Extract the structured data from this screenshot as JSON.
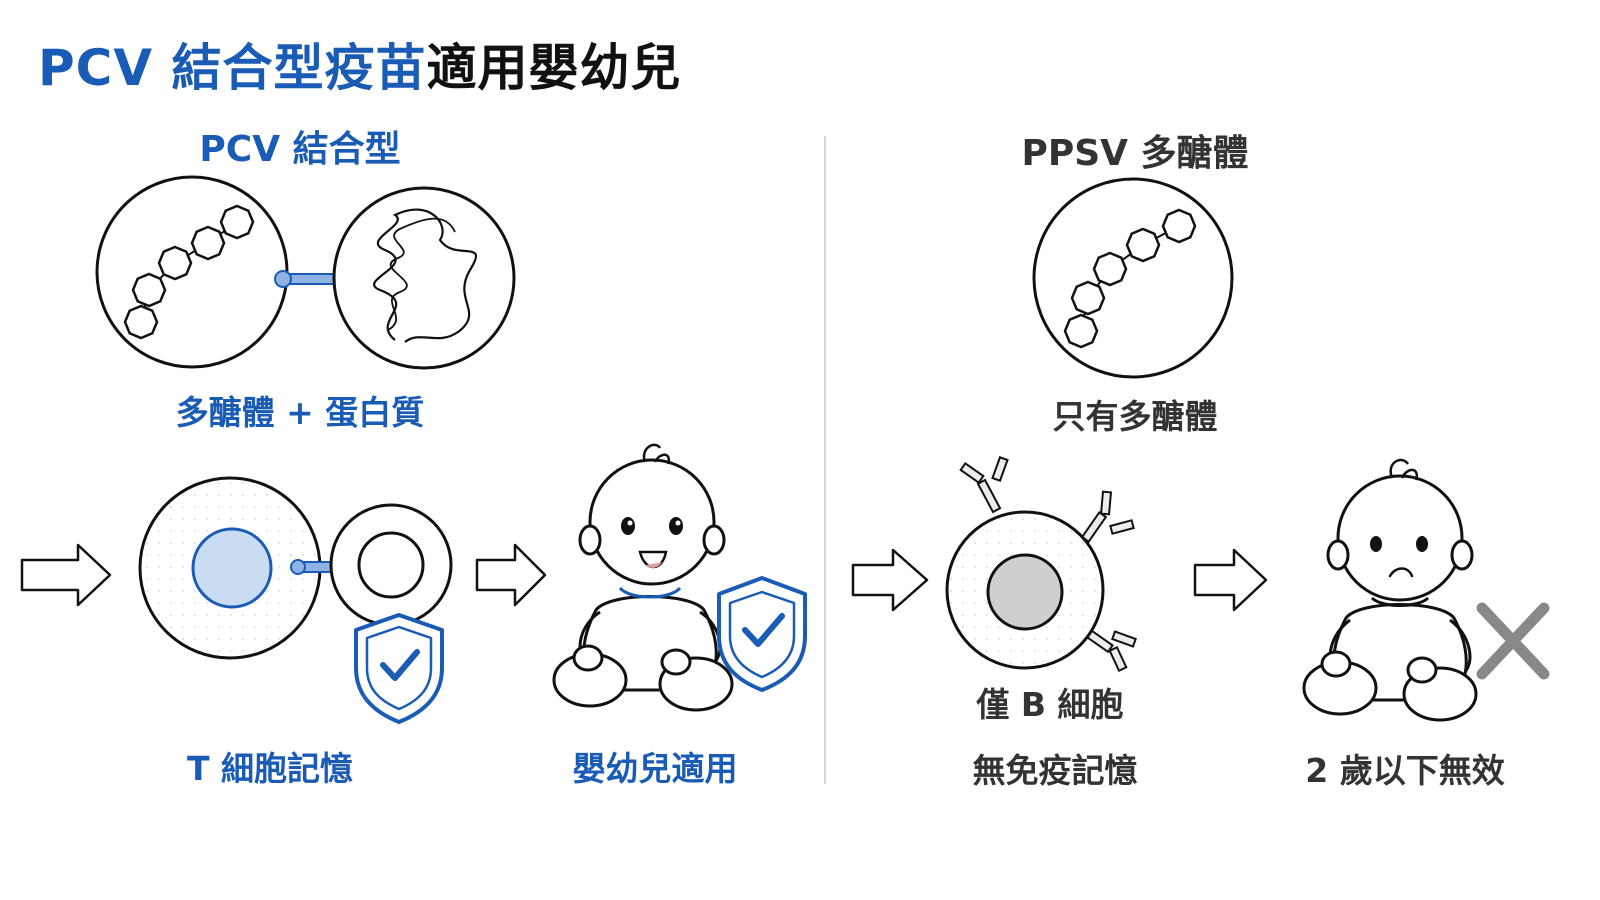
{
  "title": {
    "highlight": "PCV 結合型疫苗",
    "rest": "適用嬰幼兒"
  },
  "left_panel": {
    "heading": "PCV 結合型",
    "composition_label": "多醣體 + 蛋白質",
    "memory_label": "T 細胞記憶",
    "result_label": "嬰幼兒適用"
  },
  "right_panel": {
    "heading": "PPSV 多醣體",
    "composition_label": "只有多醣體",
    "cell_label": "僅 B 細胞",
    "memory_label": "無免疫記憶",
    "result_label": "2 歲以下無效"
  },
  "colors": {
    "accent": "#1a5bb5",
    "cell_fill": "#c9dcf2",
    "inactive": "#888888"
  },
  "icons": [
    "arrow-right-icon",
    "shield-check-icon",
    "cross-icon",
    "baby-icon",
    "polysaccharide-icon",
    "protein-icon"
  ]
}
